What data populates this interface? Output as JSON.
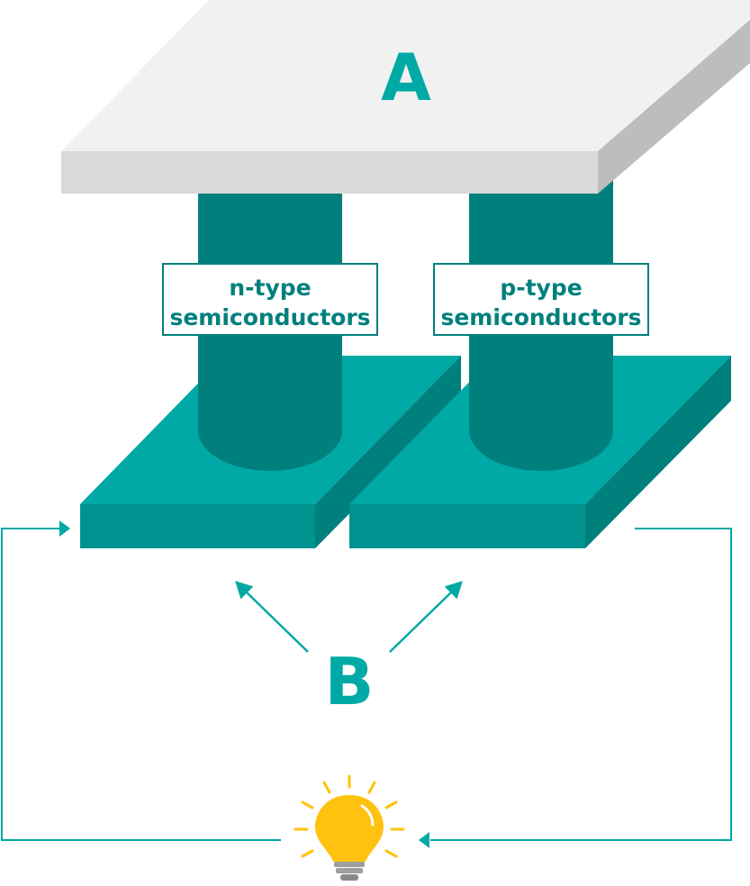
{
  "labels": {
    "plate_top": "A",
    "plates_bottom": "B",
    "n_leg_line1": "n-type",
    "n_leg_line2": "semiconductors",
    "p_leg_line1": "p-type",
    "p_leg_line2": "semiconductors"
  },
  "colors": {
    "teal": "#00A9A5",
    "teal_dark": "#008A85",
    "teal_leg": "#00807C",
    "gray_top": "#F0F0F0",
    "gray_front": "#D6D6D6",
    "gray_side": "#BDBDBD",
    "bulb_yellow": "#FFC20E",
    "bulb_base": "#9E9E9E",
    "wire": "#00A9A5",
    "label_text": "#00807C"
  },
  "icons": [
    "light-bulb-icon",
    "arrow-icon"
  ]
}
